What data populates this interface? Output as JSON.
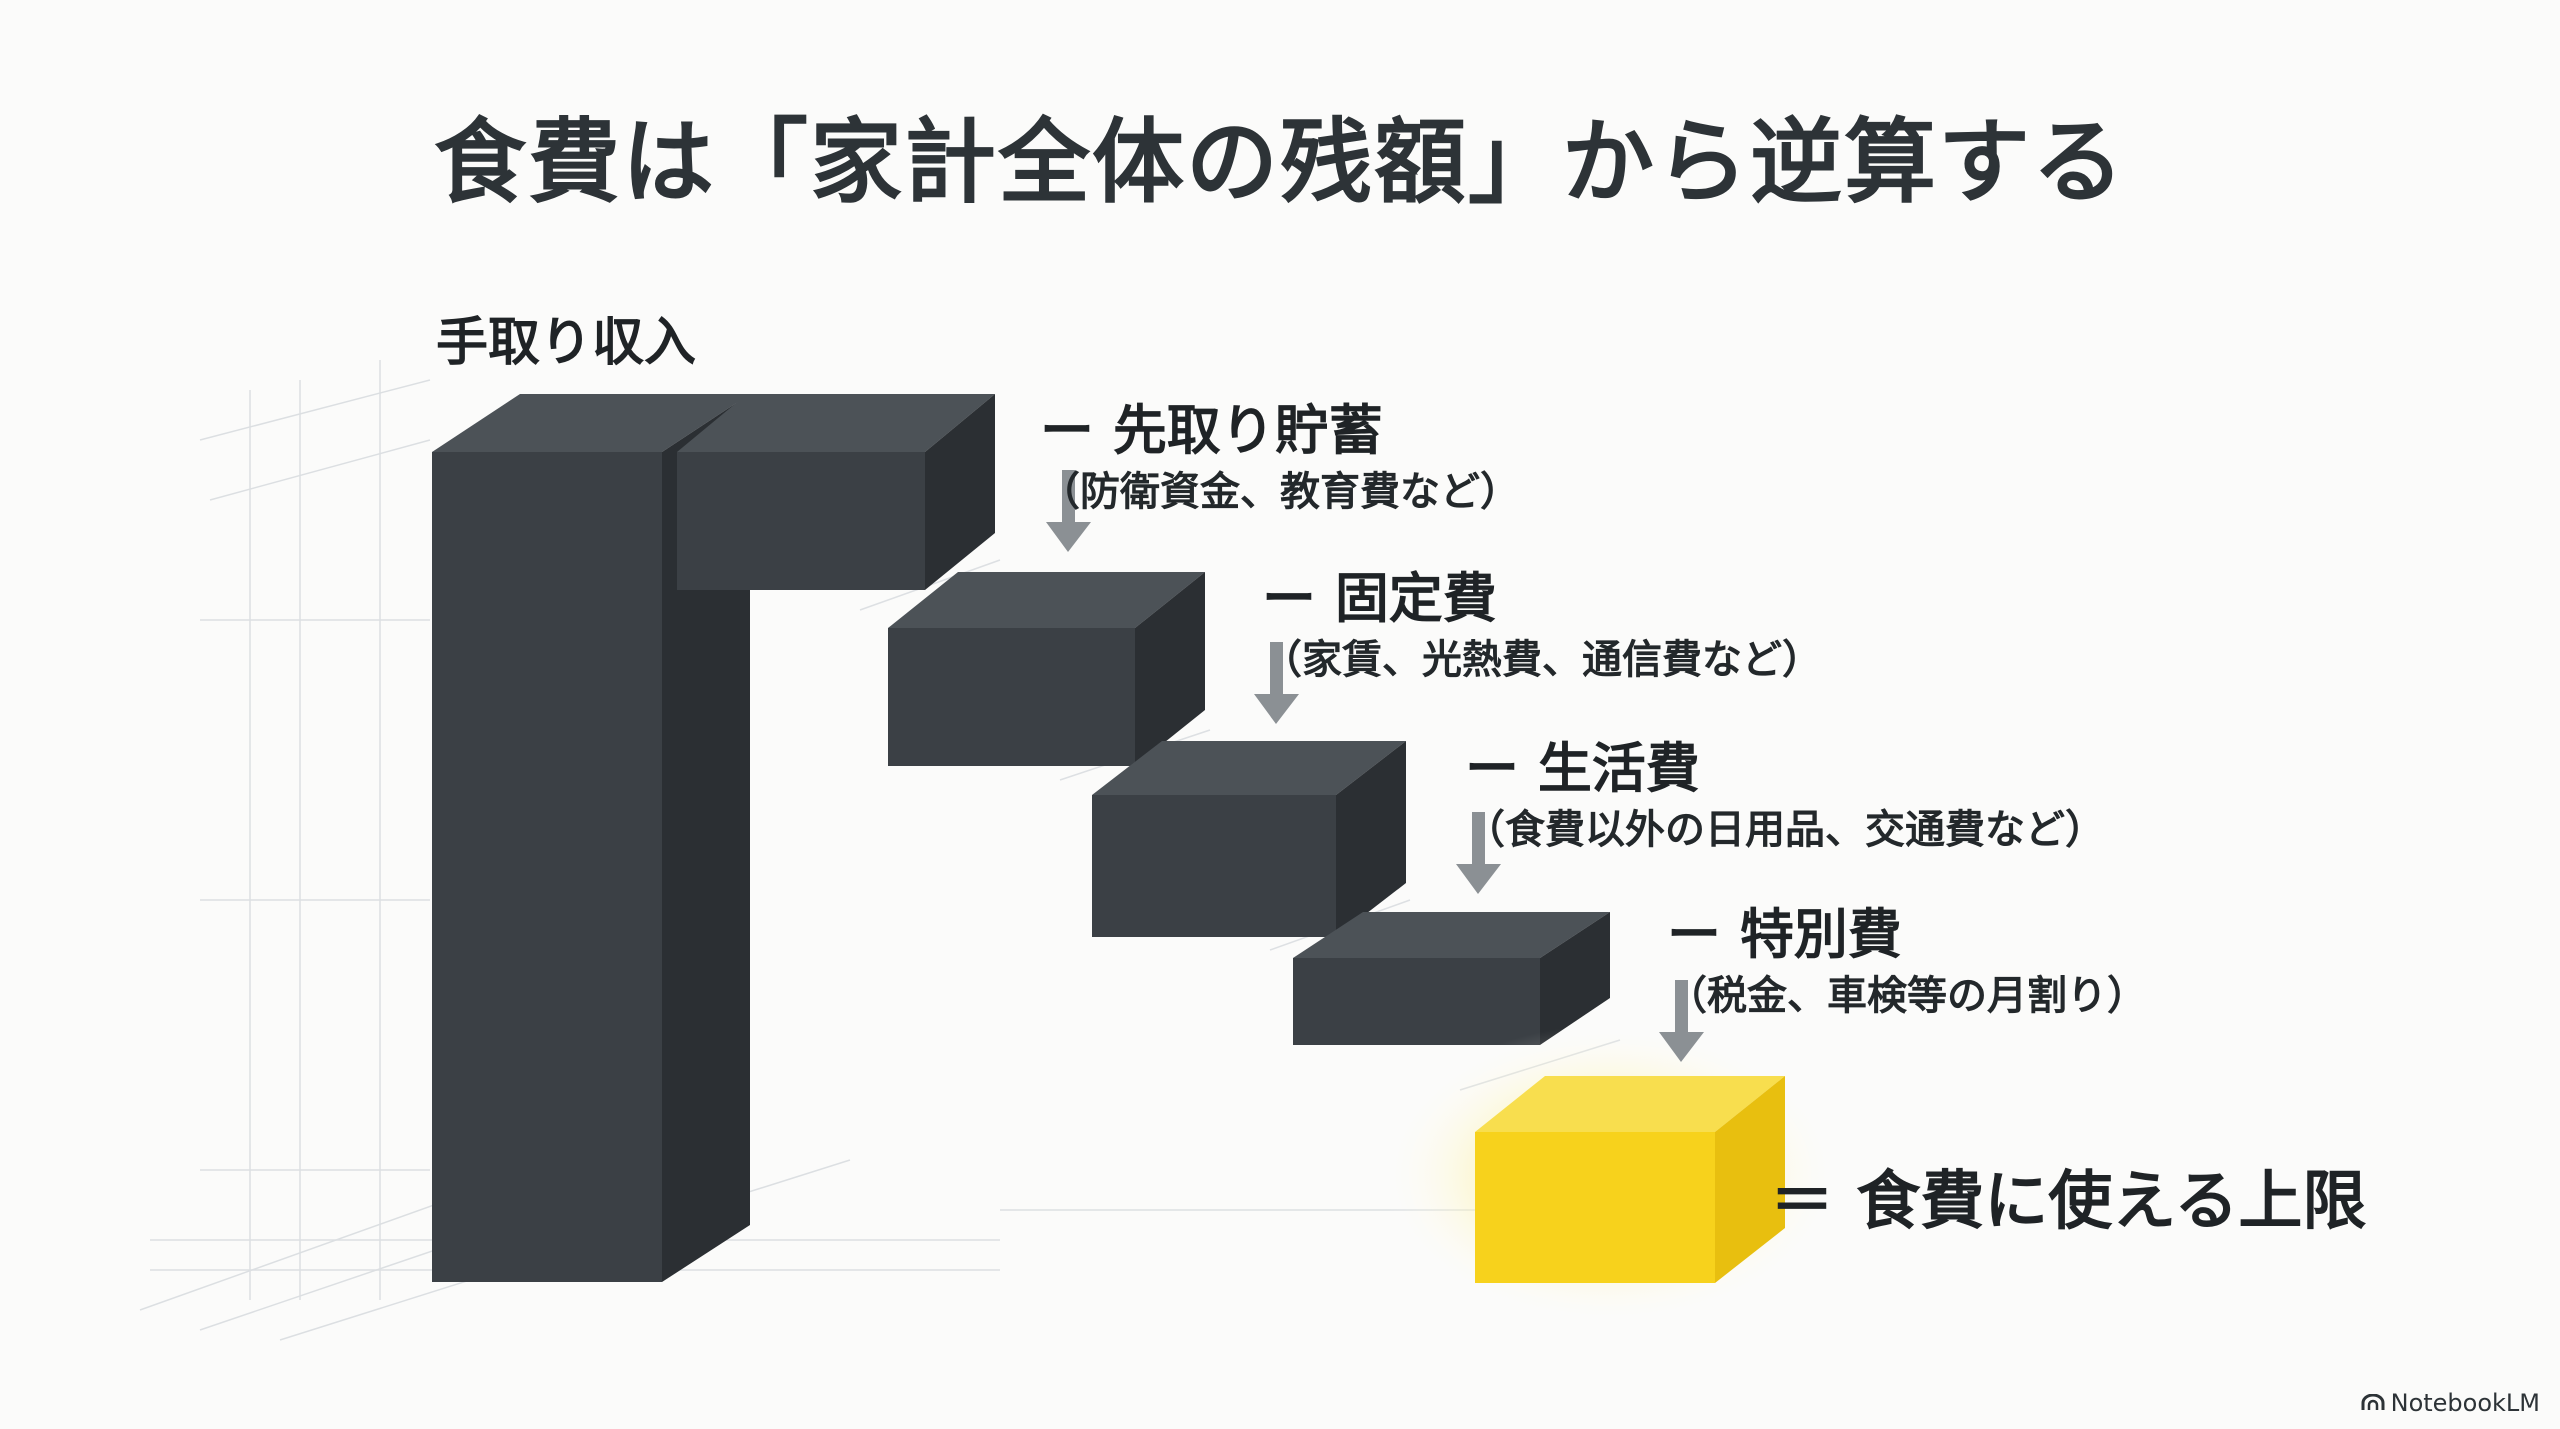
{
  "title": "食費は「家計全体の残額」から逆算する",
  "income_label": "手取り収入",
  "deductions": [
    {
      "prefix": "ー",
      "name": "先取り貯蓄",
      "detail": "（防衛資金、教育費など）"
    },
    {
      "prefix": "ー",
      "name": "固定費",
      "detail": "（家賃、光熱費、通信費など）"
    },
    {
      "prefix": "ー",
      "name": "生活費",
      "detail": "（食費以外の日用品、交通費など）"
    },
    {
      "prefix": "ー",
      "name": "特別費",
      "detail": "（税金、車検等の月割り）"
    }
  ],
  "result_label": "＝ 食費に使える上限",
  "brand": "NotebookLM",
  "colors": {
    "block_front": "#3b4045",
    "block_top": "#4c5257",
    "block_side": "#2b2f33",
    "highlight": "#f7d21c",
    "arrow": "#8b9094",
    "text": "#1f2326"
  },
  "icons": [
    "arrow-down-icon",
    "notebooklm-logo-icon"
  ]
}
